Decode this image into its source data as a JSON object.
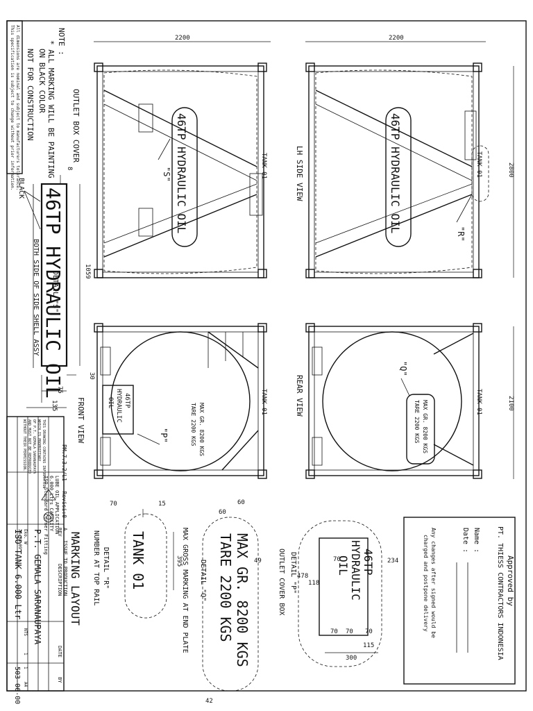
{
  "notes": {
    "heading": "NOTE :",
    "marking": "* ALL MARKING WILL BE PAINTING",
    "marking2": "ON BLACK COLOR",
    "construction": "NOT FOR CONSTRUCTION",
    "spec1": "This specification is subject to change without prior information.",
    "spec2": "All dimensions are nominal and subject to manufacturers tolerance."
  },
  "views": {
    "lh_side": "LH SIDE VIEW",
    "rear": "REAR VIEW",
    "front": "FRONT VIEW",
    "outlet_box": "OUTLET BOX COVER"
  },
  "labels": {
    "hydraulic": "46TP HYDRAULIC OIL",
    "tank": "TANK 01",
    "max_gr": "MAX GR. 8200 KGS",
    "tare": "TARE   2200 KGS",
    "small_46tp": "46TP",
    "small_hydraulic": "HYDRAULIC",
    "small_oil": "OIL",
    "callout_s": "\"S\"",
    "callout_r": "\"R\"",
    "callout_q": "\"Q\"",
    "callout_p": "\"P\"",
    "black": "BLACK"
  },
  "dims": {
    "d2200a": "2200",
    "d2200b": "2200",
    "d2800": "2800",
    "d2100": "2100",
    "d1059": "1059",
    "d8": "8",
    "d30": "30",
    "d75": "75",
    "d135": "135",
    "d70a": "70",
    "d15": "15",
    "d395": "395",
    "d60a": "60",
    "d60b": "60",
    "d49": "49",
    "d42": "42",
    "d234": "234",
    "d70b": "70",
    "d478": "478",
    "d118": "118",
    "d70c": "70",
    "d70d": "70",
    "d70e": "70",
    "d115": "115",
    "d300": "300"
  },
  "details": {
    "detail_s": "DETAIL \"S\"",
    "detail_s_sub": "BOTH SIDE OF SIDE SHELL ASSY",
    "detail_r": "DETAIL \"R\"",
    "detail_r_sub": "NUMBER AT TOP RAIL",
    "detail_q": "DETAIL \"Q\"",
    "detail_q_sub": "MAX GROSS MARKING AT END PLATE",
    "detail_p": "DETAIL \"P\"",
    "detail_p_sub": "OUTLET COVER BOX"
  },
  "approval": {
    "approved_by": "Approved by",
    "company": "PT. THIESS CONTRACTORS INDONESIA",
    "name": "Name :",
    "date": "Date :",
    "note1": "Any changes after signed would be",
    "note2": "charged and postpone delivery"
  },
  "title_block": {
    "drawing_title": "MARKING LAYOUT",
    "company": "P.T. GEMALA SARANAUPAYA",
    "product": "ISO TANK 6.000 Ltr",
    "drawing_no": "503-06-00",
    "revision_ref": "PM.7.3.2/L1 - Revisi:0",
    "application": "LUBE OIL APPLICATION",
    "capacity": "6.000 Ltrs CAPACITY",
    "fitting": "ISO Standard Corner Fitting",
    "rev_header": "REV",
    "desc_header": "DESCRIPTION",
    "rev_a": "A",
    "issue": "ISSUE TO PRODUCTION",
    "date_header": "DATE",
    "by_header": "BY",
    "drawn": "Eko. W",
    "drawn_date": "26.08.09",
    "scale": "NTS",
    "sheet": "1",
    "sheet_of": "1",
    "size": "A4",
    "confidential1": "THIS DRAWING CONTAINS INFORMATION",
    "confidential2": "WHICH IS PROPRIETARY",
    "confidential3": "OF P.T. GEMALA SARANAUPAYA",
    "confidential4": "AND MUST NOT BE REPRODUCED",
    "confidential5": "WITHOUT THEIR PERMISSION."
  }
}
